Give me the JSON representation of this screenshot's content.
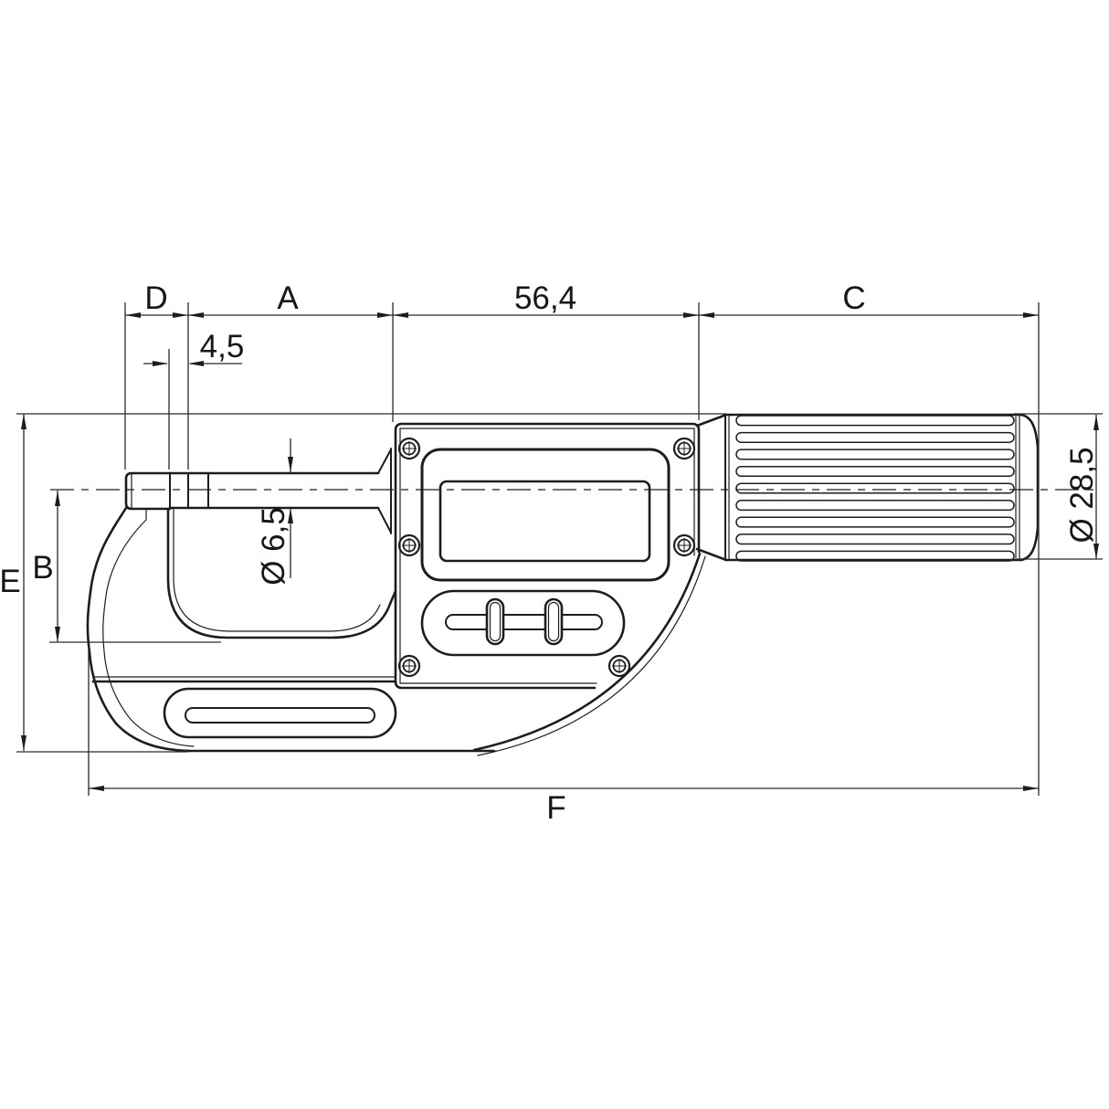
{
  "drawing": {
    "title": "Digital micrometer dimensional drawing",
    "colors": {
      "line": "#1d1d1d",
      "background": "#ffffff"
    }
  },
  "labels": {
    "dim_d": "D",
    "dim_a": "A",
    "dim_56_4": "56,4",
    "dim_c": "C",
    "dim_4_5": "4,5",
    "dim_b": "B",
    "dim_e": "E",
    "dim_f": "F",
    "dia_spindle": "Ø 6,5",
    "dia_handle": "Ø 28,5"
  }
}
